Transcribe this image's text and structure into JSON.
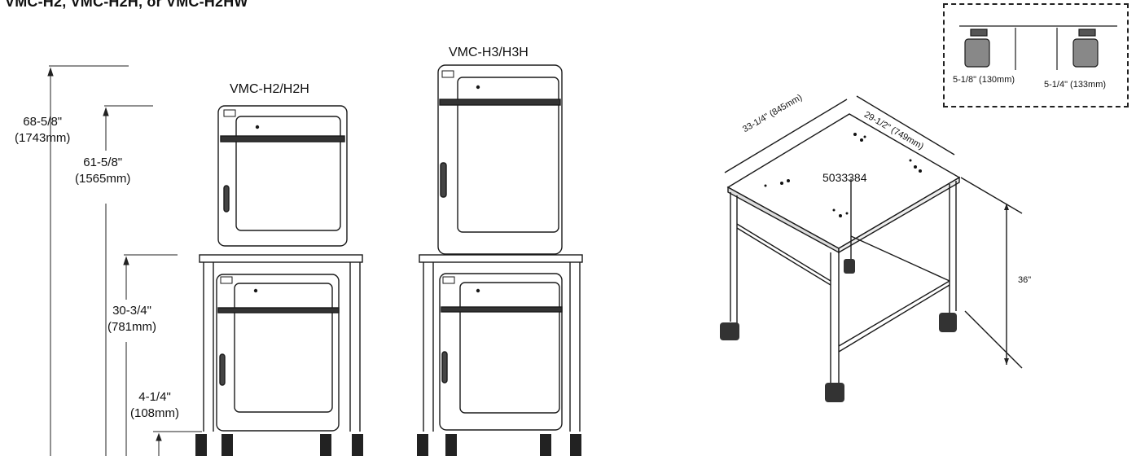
{
  "header": {
    "title": "VMC-H2, VMC-H2H, or VMC-H2HW"
  },
  "models": {
    "h2": "VMC-H2/H2H",
    "h3": "VMC-H3/H3H"
  },
  "dimensions": {
    "total_h3": {
      "imperial": "68-5/8\"",
      "metric": "(1743mm)"
    },
    "total_h2": {
      "imperial": "61-5/8\"",
      "metric": "(1565mm)"
    },
    "stand_height": {
      "imperial": "30-3/4\"",
      "metric": "(781mm)"
    },
    "clearance": {
      "imperial": "4-1/4\"",
      "metric": "(108mm)"
    }
  },
  "stand": {
    "part_number": "5033384",
    "width": "33-1/4\" (845mm)",
    "depth": "29-1/2\" (749mm)",
    "height": "36\""
  },
  "casters": {
    "left": "5-1/8\" (130mm)",
    "right": "5-1/4\" (133mm)"
  }
}
